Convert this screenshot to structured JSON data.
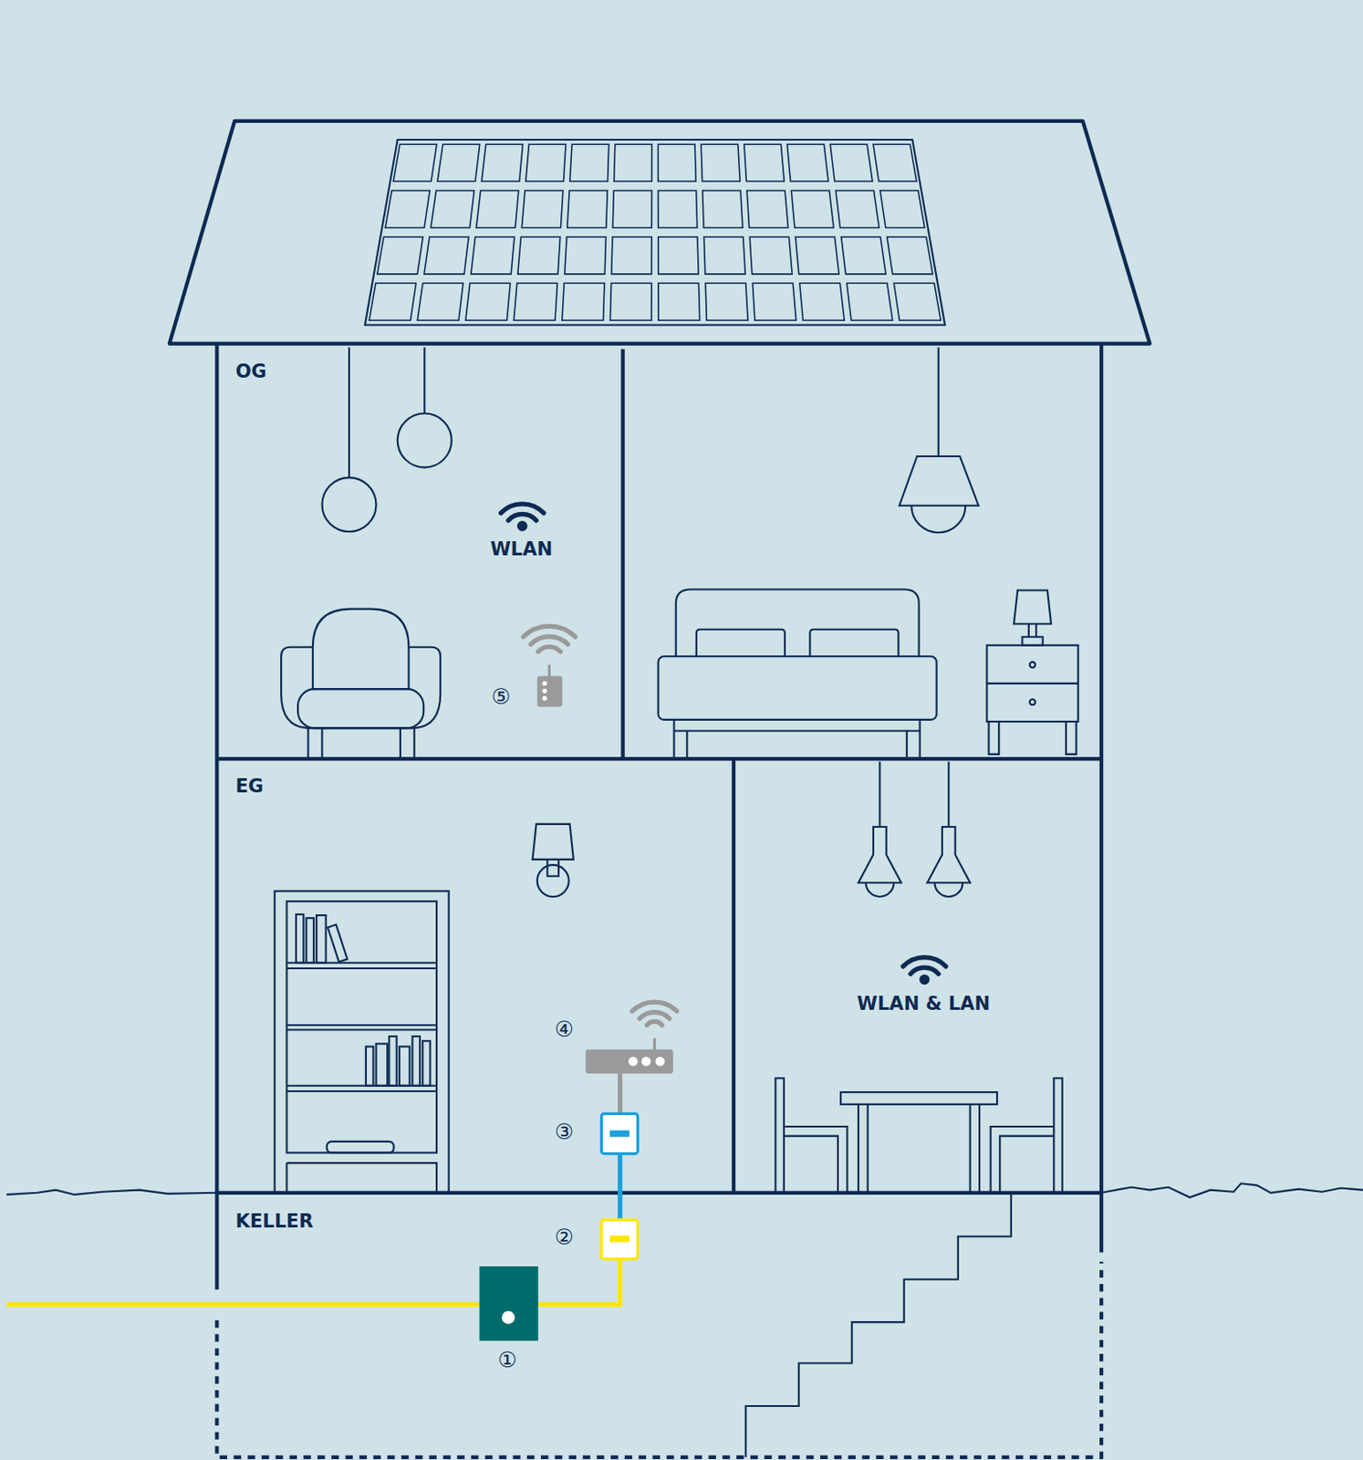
{
  "diagram": {
    "labels": [
      "OG",
      "WLAN",
      "⑤",
      "EG",
      "④",
      "③",
      "WLAN & LAN",
      "KELLER",
      "②",
      "①"
    ]
  }
}
